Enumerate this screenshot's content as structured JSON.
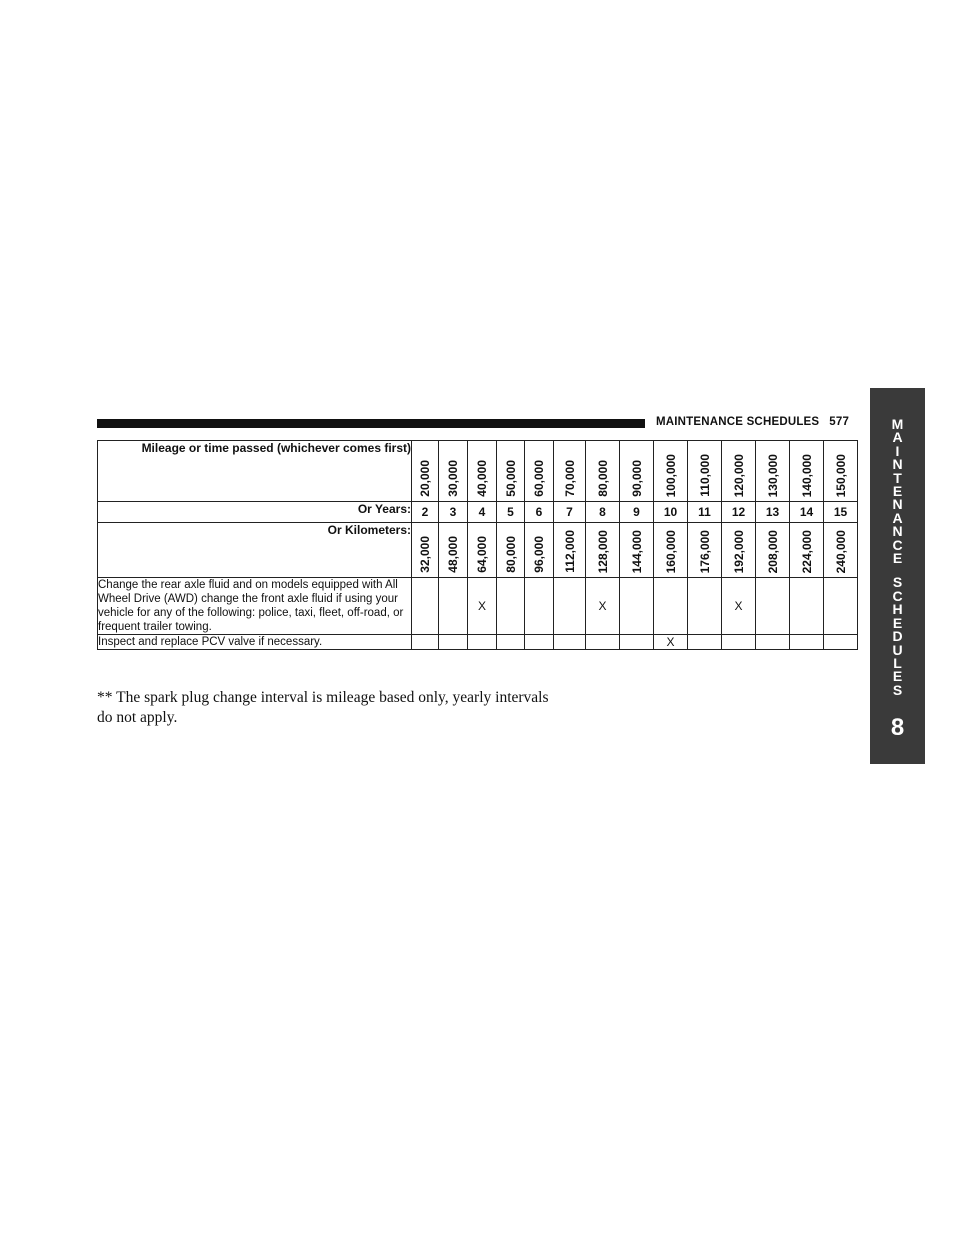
{
  "header": {
    "title": "MAINTENANCE SCHEDULES",
    "page_number": "577"
  },
  "side_tab": {
    "letters": [
      "M",
      "A",
      "I",
      "N",
      "T",
      "E",
      "N",
      "A",
      "N",
      "C",
      "E",
      "",
      "S",
      "C",
      "H",
      "E",
      "D",
      "U",
      "L",
      "E",
      "S"
    ],
    "section_number": "8"
  },
  "table": {
    "row_labels": {
      "mileage": "Mileage or time passed (whichever comes first)",
      "years": "Or Years:",
      "kilometers": "Or Kilometers:"
    },
    "columns": [
      {
        "miles": "20,000",
        "years": "2",
        "km": "32,000"
      },
      {
        "miles": "30,000",
        "years": "3",
        "km": "48,000"
      },
      {
        "miles": "40,000",
        "years": "4",
        "km": "64,000"
      },
      {
        "miles": "50,000",
        "years": "5",
        "km": "80,000"
      },
      {
        "miles": "60,000",
        "years": "6",
        "km": "96,000"
      },
      {
        "miles": "70,000",
        "years": "7",
        "km": "112,000"
      },
      {
        "miles": "80,000",
        "years": "8",
        "km": "128,000"
      },
      {
        "miles": "90,000",
        "years": "9",
        "km": "144,000"
      },
      {
        "miles": "100,000",
        "years": "10",
        "km": "160,000"
      },
      {
        "miles": "110,000",
        "years": "11",
        "km": "176,000"
      },
      {
        "miles": "120,000",
        "years": "12",
        "km": "192,000"
      },
      {
        "miles": "130,000",
        "years": "13",
        "km": "208,000"
      },
      {
        "miles": "140,000",
        "years": "14",
        "km": "224,000"
      },
      {
        "miles": "150,000",
        "years": "15",
        "km": "240,000"
      }
    ],
    "items": [
      {
        "description": "Change the rear axle fluid and on models equipped with All Wheel Drive (AWD) change the front axle fluid if using your vehicle for any of the following: police, taxi, fleet, off-road, or frequent trailer towing.",
        "marks": [
          "",
          "",
          "X",
          "",
          "",
          "",
          "X",
          "",
          "",
          "",
          "X",
          "",
          "",
          ""
        ]
      },
      {
        "description": "Inspect and replace PCV valve if necessary.",
        "marks": [
          "",
          "",
          "",
          "",
          "",
          "",
          "",
          "",
          "X",
          "",
          "",
          "",
          "",
          ""
        ]
      }
    ]
  },
  "footnote": "** The spark plug change interval is mileage based only, yearly intervals do not apply."
}
